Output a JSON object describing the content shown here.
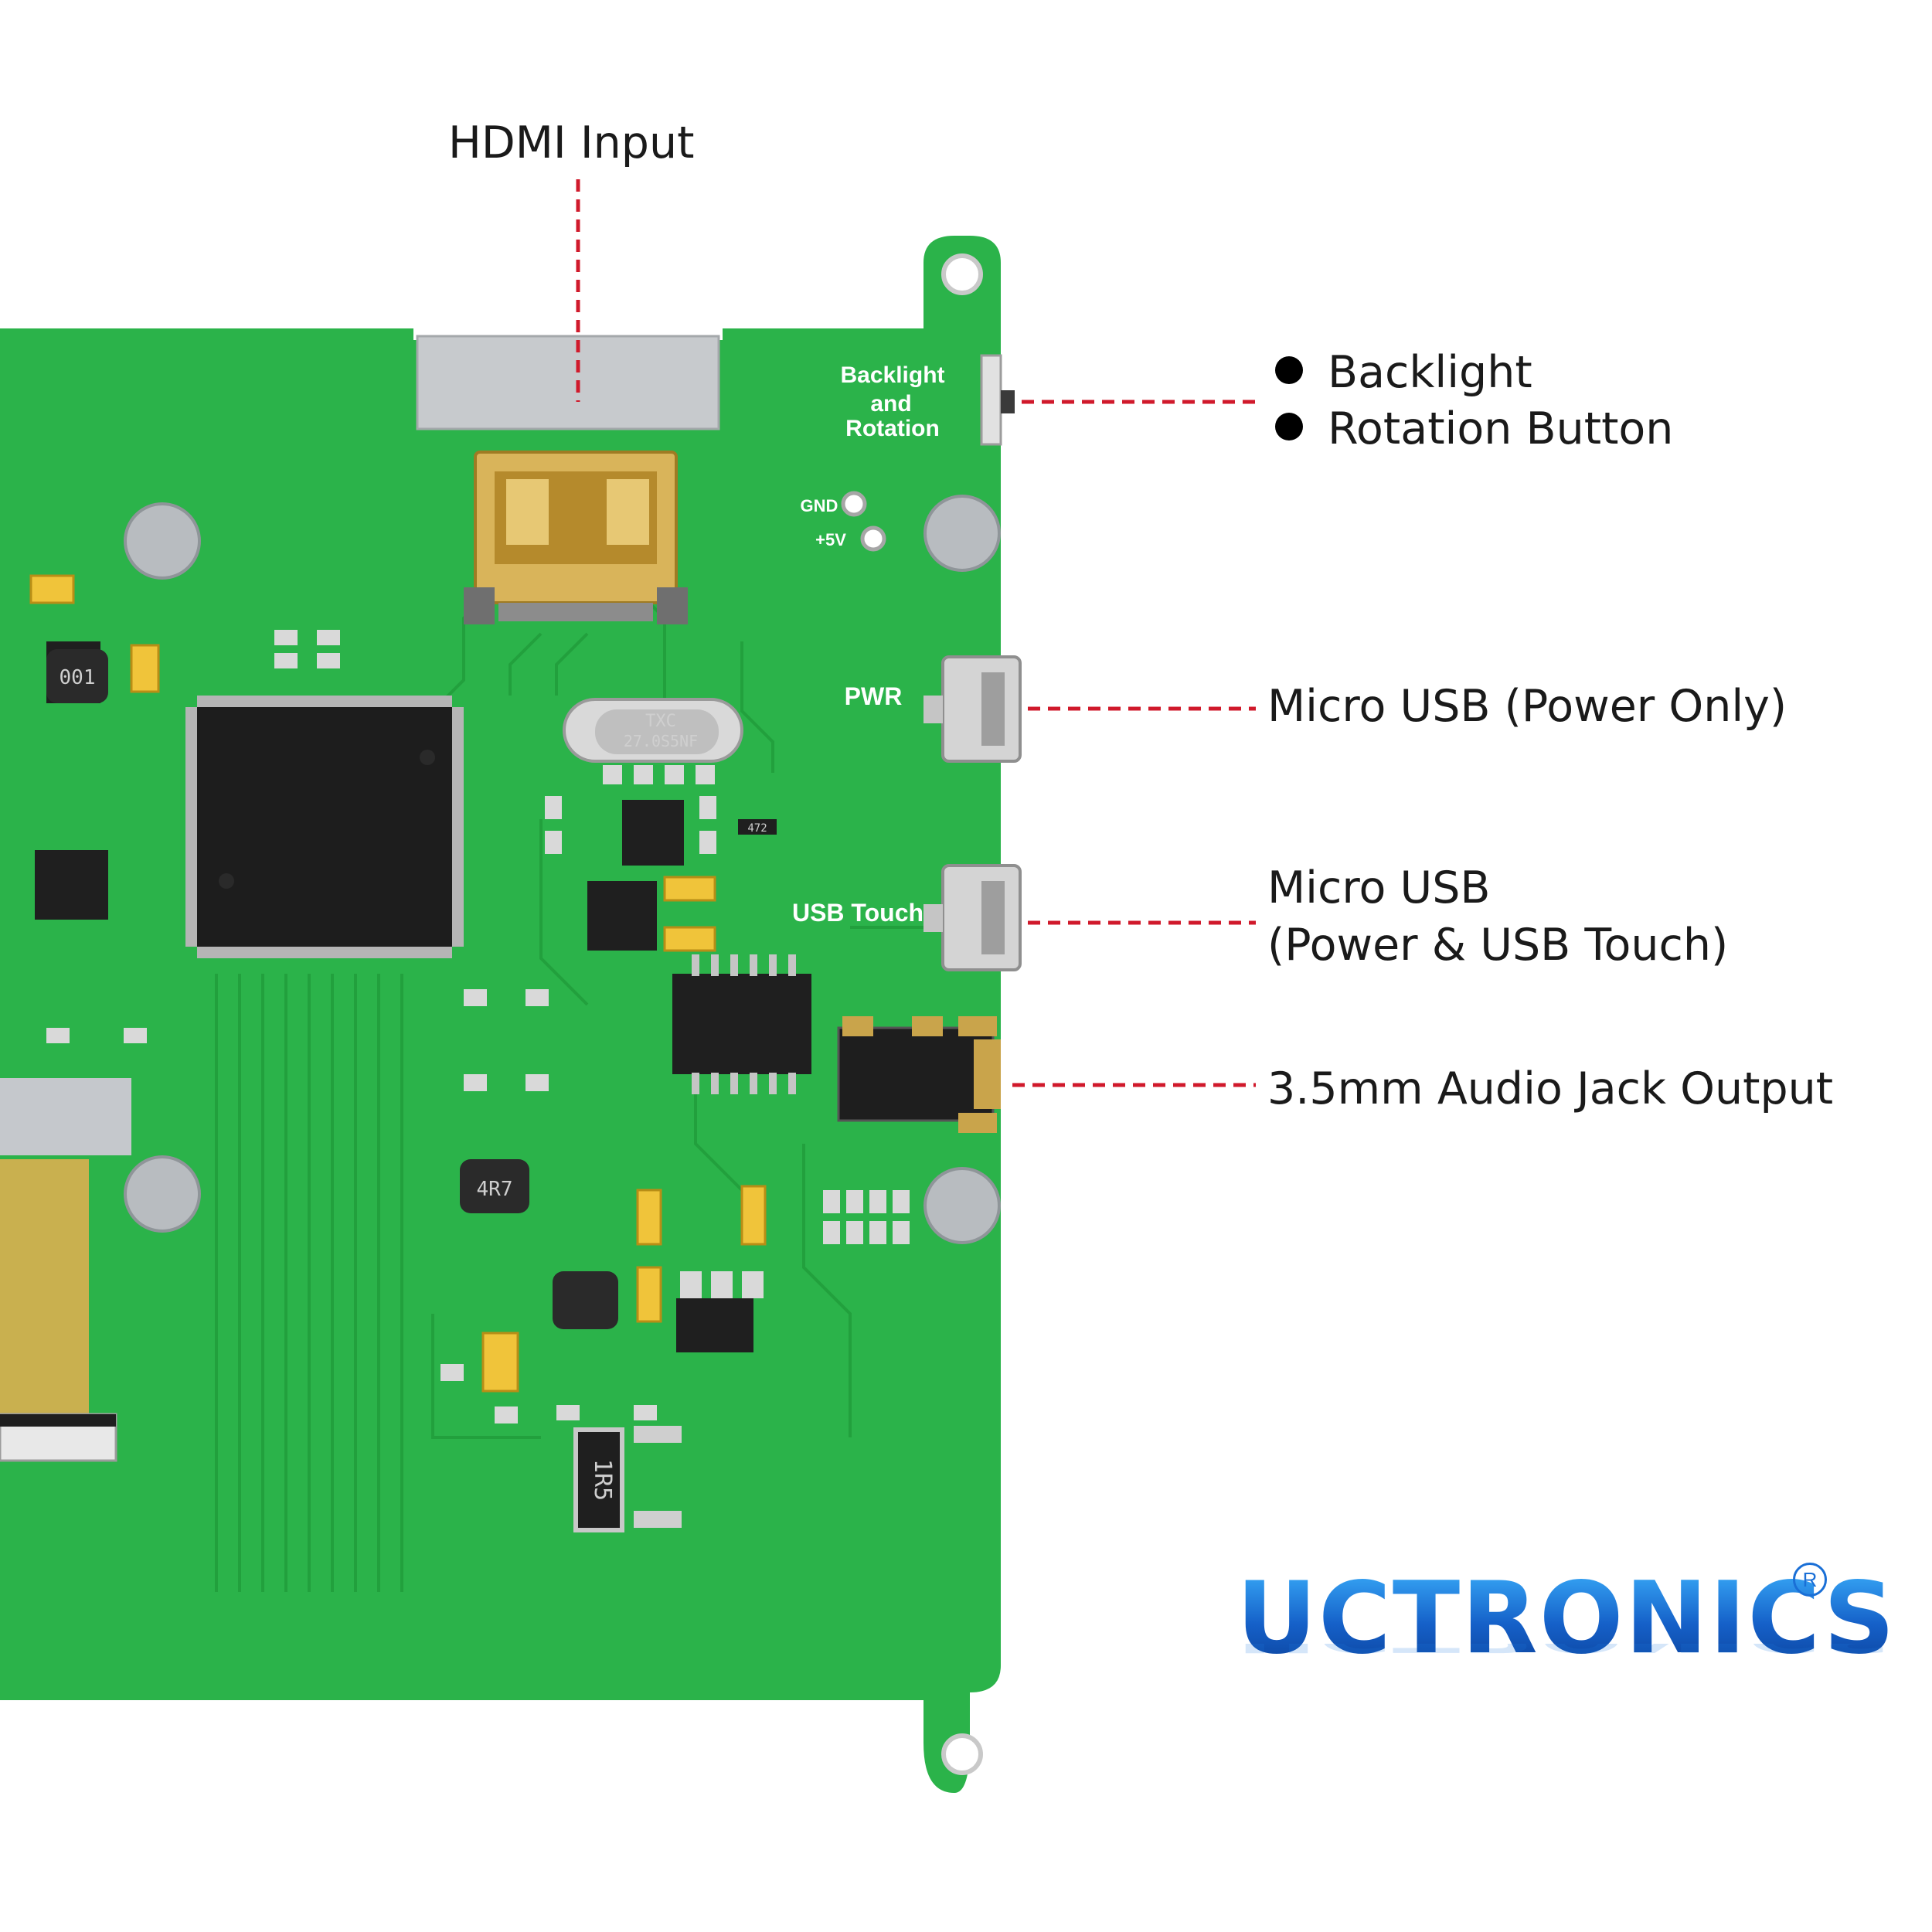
{
  "callouts": {
    "hdmi": "HDMI  Input",
    "backlight": "Backlight",
    "rotation": "Rotation Button",
    "usb_power": "Micro USB (Power Only)",
    "usb_touch_line1": "Micro USB",
    "usb_touch_line2": "(Power & USB Touch)",
    "audio": "3.5mm Audio Jack Output"
  },
  "silkscreen": {
    "backlight": "Backlight",
    "and": "and",
    "rotation": "Rotation",
    "gnd": "GND",
    "plus5v": "+5V",
    "pwr": "PWR",
    "usb_touch": "USB Touch"
  },
  "components": {
    "crystal_brand": "TXC",
    "crystal_freq": "27.0S5NF",
    "resistor_1r5": "1R5",
    "inductor_4r7": "4R7",
    "inductor_001": "001",
    "res_472": "472"
  },
  "brand": {
    "name": "UCTRONICS",
    "registered": "R"
  },
  "colors": {
    "pcb": "#2bb34a",
    "pcb_trace": "#24a43f",
    "leader_line": "#d0192b",
    "brand_blue": "#1560c8"
  }
}
